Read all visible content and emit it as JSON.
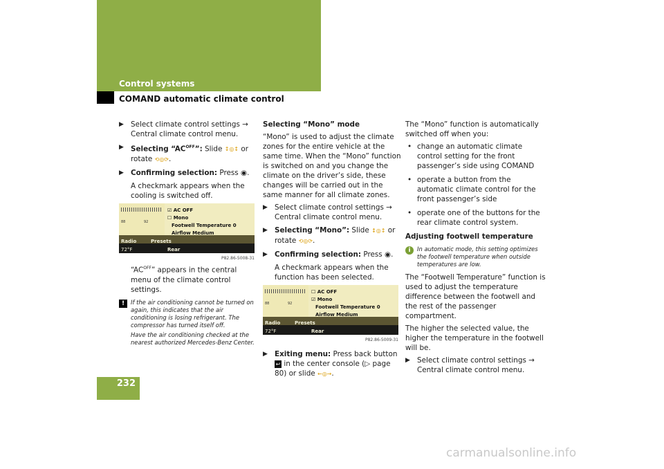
{
  "header": {
    "section": "Control systems",
    "subsection": "COMAND automatic climate control"
  },
  "page_number": "232",
  "col1": {
    "step1": "Select climate control settings → Central climate control menu.",
    "step2_bold": "Selecting “AC",
    "step2_sup": "OFF",
    "step2_bold2": "”:",
    "step2_rest": "Slide",
    "step2_or": "or",
    "step2_rotate": "rotate",
    "step3_bold": "Confirming selection:",
    "step3_rest": "Press",
    "result": "A checkmark appears when the cooling is switched off.",
    "figure": {
      "menu": [
        "☑ AC OFF",
        "☐ Mono",
        "Footwell Temperature  0",
        "Airflow  Medium",
        "Rear"
      ],
      "radio": "Radio",
      "presets": "Presets",
      "temp": "72°F",
      "code": "P82.86-5008-31"
    },
    "caption_pre": "“AC",
    "caption_sup": "OFF",
    "caption_post": "” appears in the central menu of the climate control settings.",
    "warning_icon": "warning-icon",
    "warning1": "If the air conditioning cannot be turned on again, this indicates that the air conditioning is losing refrigerant. The compressor has turned itself off.",
    "warning2": "Have the air conditioning checked at the nearest authorized Mercedes-Benz Center."
  },
  "col2": {
    "heading": "Selecting “Mono” mode",
    "para": "“Mono” is used to adjust the climate zones for the entire vehicle at the same time. When the “Mono” function is switched on and you change the climate on the driver’s side, these changes will be carried out in the same manner for all climate zones.",
    "step1": "Select climate control settings → Central climate control menu.",
    "step2_bold": "Selecting “Mono”:",
    "step2_rest": "Slide",
    "step2_or": "or",
    "step2_rotate": "rotate",
    "step3_bold": "Confirming selection:",
    "step3_rest": "Press",
    "result": "A checkmark appears when the function has been selected.",
    "figure": {
      "menu": [
        "☐ AC OFF",
        "☑ Mono",
        "Footwell Temperature  0",
        "Airflow  Medium",
        "Rear"
      ],
      "radio": "Radio",
      "presets": "Presets",
      "temp": "72°F",
      "code": "P82.86-5009-31"
    },
    "step4_bold": "Exiting menu:",
    "step4_rest": "Press back button",
    "step4_rest2": "in the center console (▷ page 80) or slide"
  },
  "col3": {
    "intro": "The “Mono” function is automatically switched off when you:",
    "bullets": [
      "change an automatic climate control setting for the front passenger’s side using COMAND",
      "operate a button from the automatic climate control for the front passenger’s side",
      "operate one of the buttons for the rear climate control system."
    ],
    "heading": "Adjusting footwell temperature",
    "info_icon": "info-icon",
    "info": "In automatic mode, this setting optimizes the footwell temperature when outside temperatures are low.",
    "para1": "The “Footwell Temperature” function is used to adjust the temperature difference between the footwell and the rest of the passenger compartment.",
    "para2": "The higher the selected value, the higher the temperature in the footwell will be.",
    "step1": "Select climate control settings → Central climate control menu."
  },
  "watermark": "carmanualsonline.info"
}
